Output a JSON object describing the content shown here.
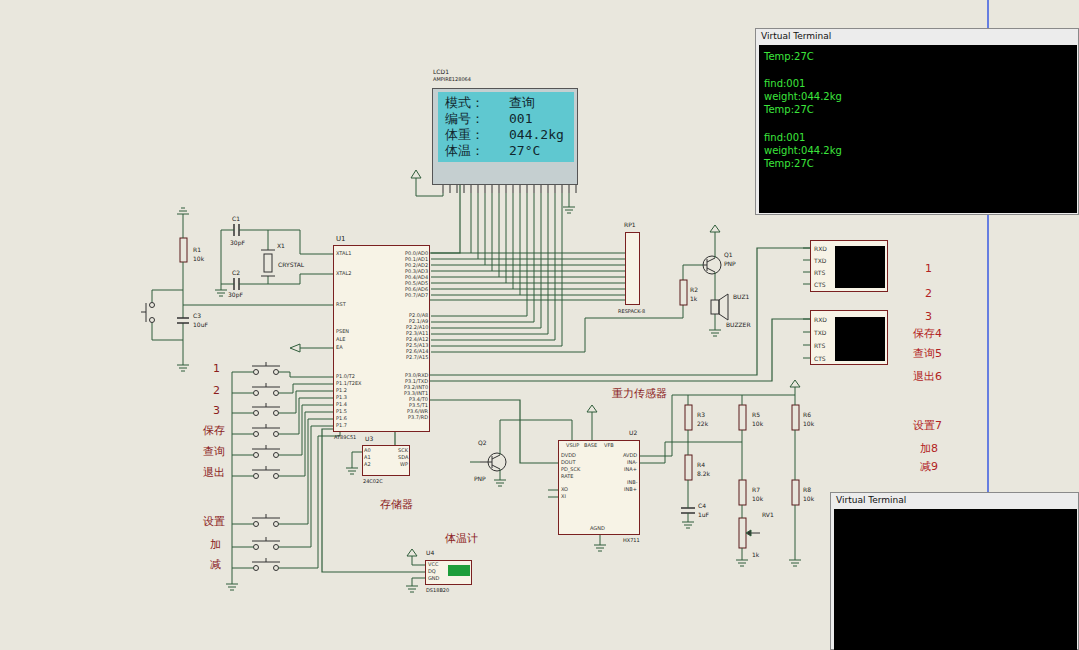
{
  "diagram": {
    "nodes": [
      {
        "text": [
          "LCD1",
          "AMPIRE128064",
          "模式：",
          "查询",
          "编号：",
          "001",
          "体重：",
          "044.2kg",
          "体温：",
          "27°C"
        ]
      },
      {
        "text": [
          "U1",
          "AT89C51"
        ]
      },
      {
        "text": [
          "RP1",
          "RESPACK-8"
        ]
      },
      {
        "text": [
          "RXD",
          "TXD",
          "RTS",
          "CTS"
        ]
      },
      {
        "text": [
          "RXD",
          "TXD",
          "RTS",
          "CTS"
        ]
      },
      {
        "text": [
          "U2",
          "HX711"
        ]
      },
      {
        "text": [
          "U3",
          "24C02C"
        ]
      },
      {
        "text": [
          "U4",
          "DS18B20"
        ]
      },
      {
        "text": [
          "Virtual Terminal",
          "Temp:27C",
          "find:001",
          "weight:044.2kg",
          "Temp:27C",
          "find:001",
          "weight:044.2kg",
          "Temp:27C"
        ]
      },
      {
        "text": [
          "Virtual Terminal"
        ]
      }
    ],
    "edges": [
      {
        "from": 1,
        "to": 0,
        "arrow": "none"
      },
      {
        "from": 1,
        "to": 2,
        "arrow": "none"
      },
      {
        "from": 1,
        "to": 3,
        "arrow": "none"
      },
      {
        "from": 1,
        "to": 4,
        "arrow": "none"
      },
      {
        "from": 1,
        "to": 5,
        "arrow": "none"
      },
      {
        "from": 1,
        "to": 6,
        "arrow": "none"
      },
      {
        "from": 1,
        "to": 7,
        "arrow": "none"
      }
    ],
    "labels": [
      "1",
      "2",
      "3",
      "保存",
      "查询",
      "退出",
      "设置",
      "加",
      "减",
      "1",
      "2",
      "3",
      "保存4",
      "查询5",
      "退出6",
      "设置7",
      "加8",
      "减9",
      "重力传感器",
      "存储器",
      "体温计",
      "C1",
      "30pF",
      "C2",
      "30pF",
      "X1",
      "CRYSTAL",
      "R1",
      "10k",
      "C3",
      "10uF",
      "R2",
      "1k",
      "Q1",
      "PNP",
      "BUZ1",
      "BUZZER",
      "R3",
      "22k",
      "R4",
      "8.2k",
      "C4",
      "1uF",
      "R5",
      "10k",
      "R6",
      "10k",
      "R7",
      "10k",
      "R8",
      "10k",
      "RV1",
      "1k",
      "Q2",
      "PNP",
      "XTAL1",
      "XTAL2",
      "RST",
      "PSEN",
      "ALE",
      "EA",
      "P1.0/T2",
      "P1.1/T2EX",
      "P1.2",
      "P1.3",
      "P1.4",
      "P1.5",
      "P1.6",
      "P1.7",
      "P0.0/AD0",
      "P0.1/AD1",
      "P0.2/AD2",
      "P0.3/AD3",
      "P0.4/AD4",
      "P0.5/AD5",
      "P0.6/AD6",
      "P0.7/AD7",
      "P2.0/A8",
      "P2.1/A9",
      "P2.2/A10",
      "P2.3/A11",
      "P2.4/A12",
      "P2.5/A13",
      "P2.6/A14",
      "P2.7/A15",
      "P3.0/RXD",
      "P3.1/TXD",
      "P3.2/INT0",
      "P3.3/INT1",
      "P3.4/T0",
      "P3.5/T1",
      "P3.6/WR",
      "P3.7/RD",
      "VSUP",
      "BASE",
      "VFB",
      "DVDD",
      "DOUT",
      "PD_SCK",
      "RATE",
      "XO",
      "XI",
      "AVDD",
      "INA-",
      "INA+",
      "INB-",
      "INB+",
      "AGND",
      "A0",
      "A1",
      "A2",
      "SCK",
      "SDA",
      "WP",
      "VCC",
      "DQ",
      "GND"
    ]
  }
}
